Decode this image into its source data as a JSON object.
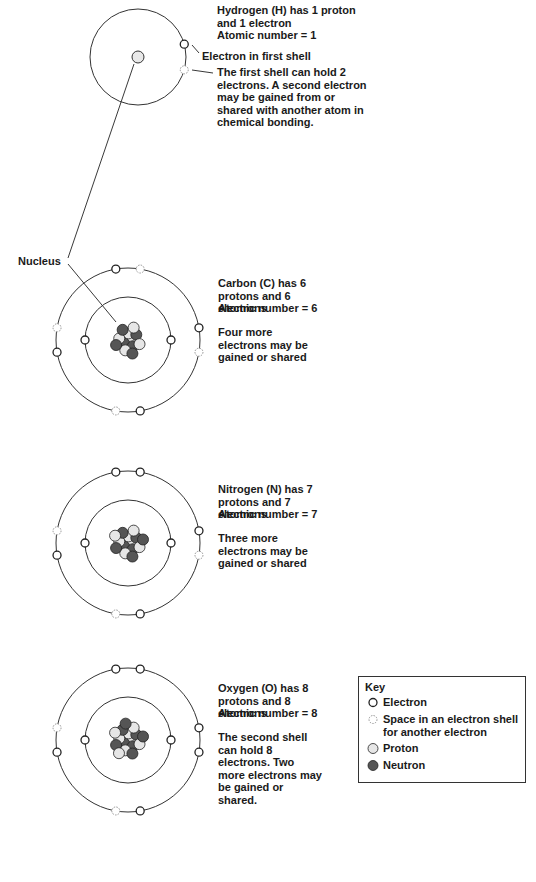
{
  "diagram": {
    "labels": [
      "Hydrogen (H) has 1 proton and 1 electron",
      "Atomic number = 1",
      "Electron in first shell",
      "The first shell can hold 2 electrons. A second electron may be gained from or shared with another atom in chemical bonding.",
      "Nucleus",
      "Carbon (C) has 6 protons and 6 electrons",
      "Atomic number = 6",
      "Four more electrons may be gained or shared",
      "Nitrogen (N) has 7 protons and 7 electrons",
      "Atomic number = 7",
      "Three more electrons may be gained or shared",
      "Oxygen (O) has 8 protons and 8 electrons",
      "Atomic number = 8",
      "The second shell can hold 8 electrons. Two more electrons may be gained or shared.",
      "Key"
    ],
    "legend": [
      {
        "text": "Electron"
      },
      {
        "text": "Space in an electron shell for another electron"
      },
      {
        "text": "Proton"
      },
      {
        "text": "Neutron"
      }
    ]
  }
}
